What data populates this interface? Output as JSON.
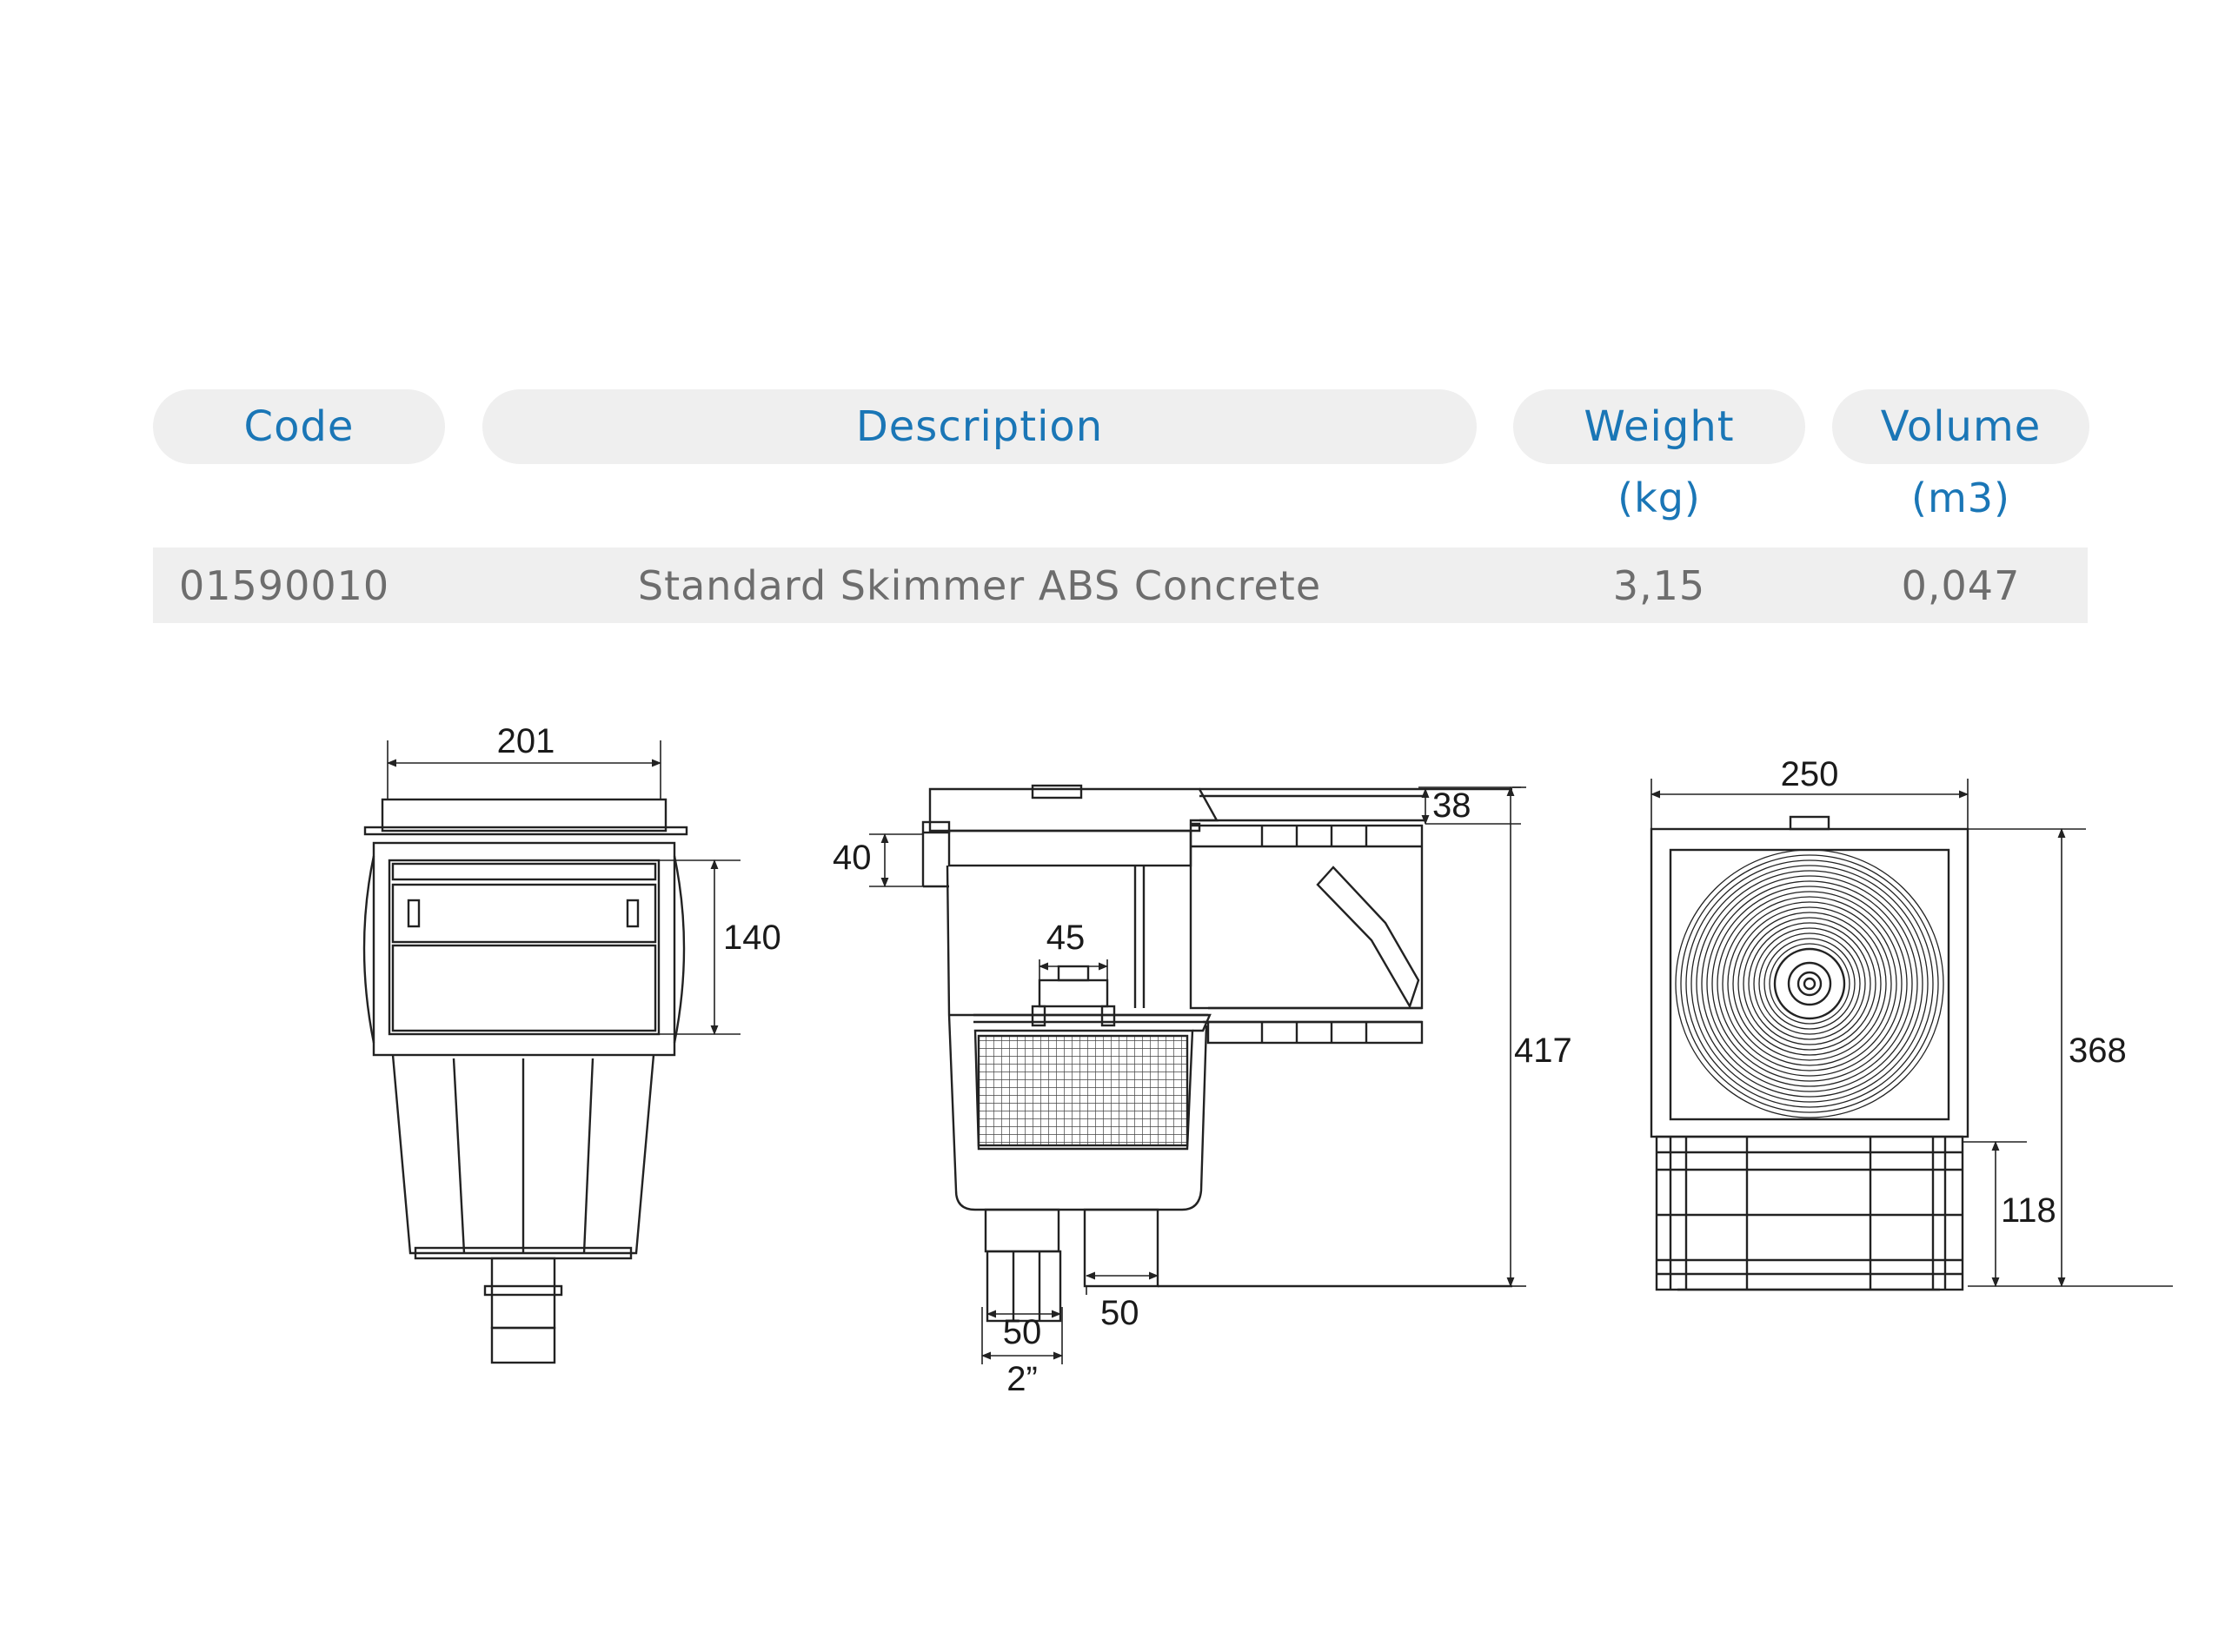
{
  "table": {
    "headers": {
      "code": "Code",
      "description": "Description",
      "weight": "Weight",
      "volume": "Volume"
    },
    "units": {
      "weight": "(kg)",
      "volume": "(m3)"
    },
    "rows": [
      {
        "code": "01590010",
        "description": "Standard Skimmer ABS Concrete",
        "weight": "3,15",
        "volume": "0,047"
      }
    ]
  },
  "dimensions": {
    "front_width": "201",
    "front_opening": "140",
    "side_top_offset": "40",
    "side_lid": "38",
    "side_basket": "45",
    "side_height": "417",
    "side_outlet_a": "50",
    "side_outlet_b": "50",
    "side_thread": "2”",
    "plan_width": "250",
    "plan_height": "368",
    "plan_neck": "118"
  },
  "colors": {
    "accent": "#1a76b6",
    "header_bg": "#efefef",
    "row_text": "#6d6d6d"
  }
}
